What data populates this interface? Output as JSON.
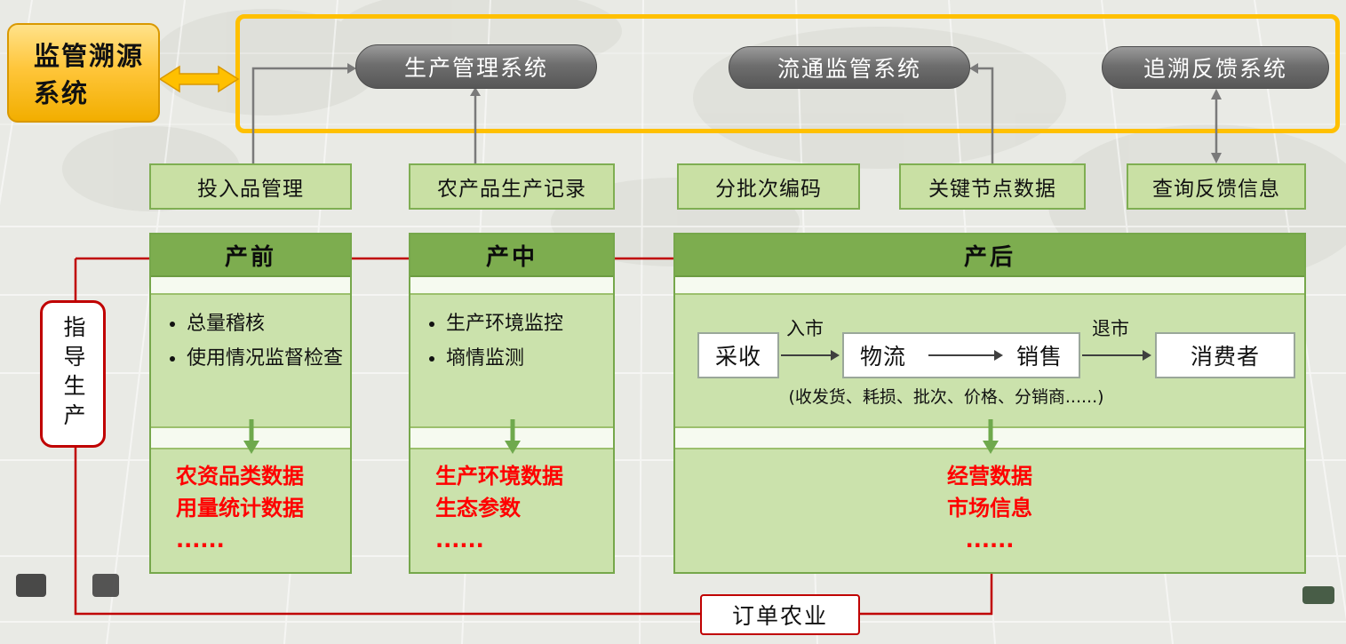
{
  "colors": {
    "accent_yellow": "#FFC000",
    "gray_system_box": "#6E6E6E",
    "green_header": "#7DAD4F",
    "green_body": "#CBE2AC",
    "green_label_bg": "#C9E0A4",
    "green_border": "#76A74B",
    "red_text": "#FF0000",
    "red_line": "#C00000"
  },
  "icons": {
    "double_arrow_icon": "↔",
    "up_arrow_icon": "↑",
    "down_arrow_icon": "↓",
    "right_arrow_icon": "→"
  },
  "supervision_system": {
    "label": "监管溯源系统",
    "lines": [
      "监管溯源",
      "系统"
    ]
  },
  "top_systems": [
    {
      "label": "生产管理系统"
    },
    {
      "label": "流通监管系统"
    },
    {
      "label": "追溯反馈系统"
    }
  ],
  "function_labels": [
    {
      "label": "投入品管理"
    },
    {
      "label": "农产品生产记录"
    },
    {
      "label": "分批次编码"
    },
    {
      "label": "关键节点数据"
    },
    {
      "label": "查询反馈信息"
    }
  ],
  "columns": {
    "pre": {
      "header": "产前",
      "bullets": [
        "总量稽核",
        "使用情况监督检查"
      ],
      "red_lines": [
        "农资品类数据",
        "用量统计数据",
        "......"
      ]
    },
    "mid": {
      "header": "产中",
      "bullets": [
        "生产环境监控",
        "墒情监测"
      ],
      "red_lines": [
        "生产环境数据",
        "生态参数",
        "......"
      ]
    },
    "post": {
      "header": "产后",
      "flow": {
        "harvest": "采收",
        "enter_market": "入市",
        "logistics": "物流",
        "sales": "销售",
        "exit_market": "退市",
        "consumer": "消费者"
      },
      "note": "(收发货、耗损、批次、价格、分销商......)",
      "red_lines": [
        "经营数据",
        "市场信息",
        "......"
      ]
    }
  },
  "side_label": "指导生产",
  "bottom_label": "订单农业"
}
